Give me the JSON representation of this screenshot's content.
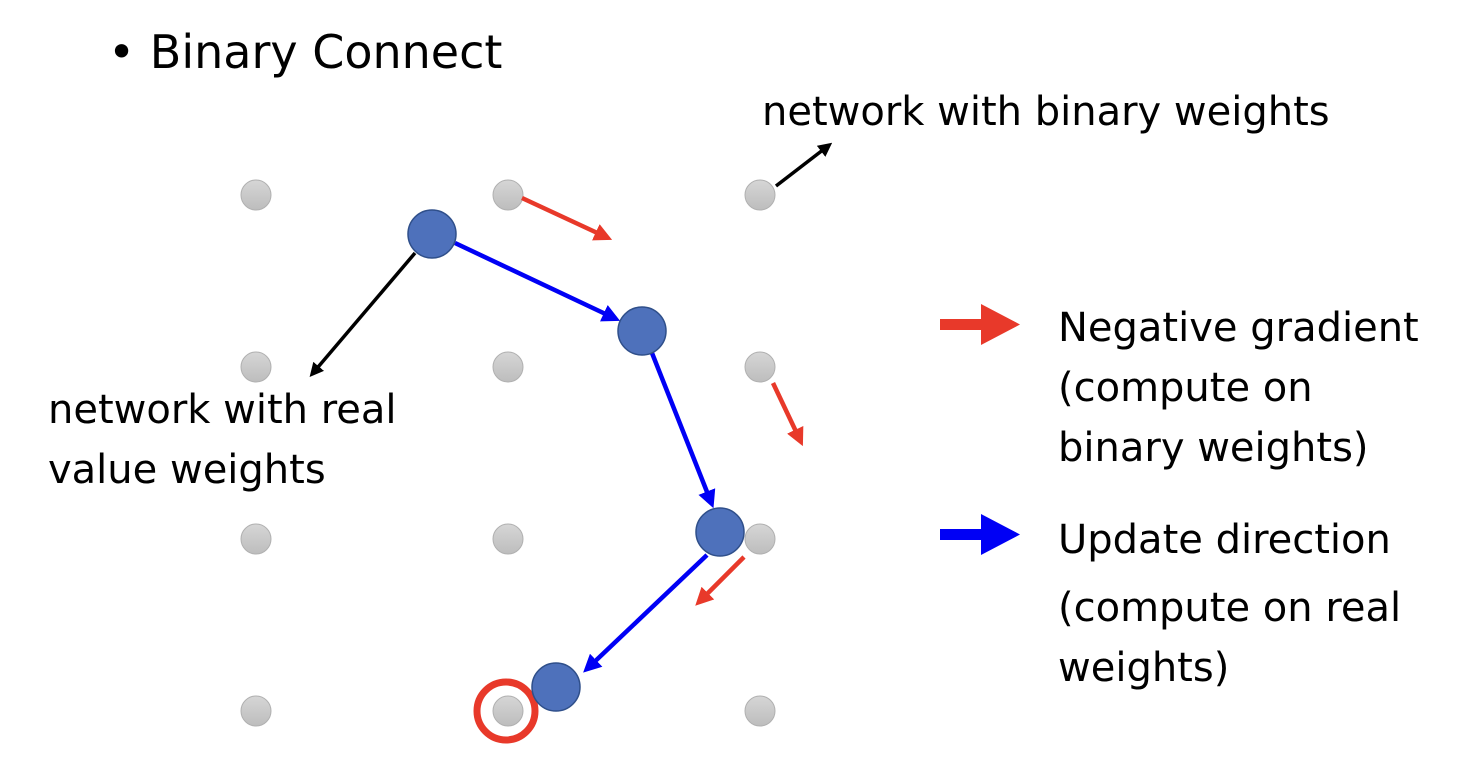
{
  "slide": {
    "title": "Binary Connect",
    "bullet": "•"
  },
  "labels": {
    "binary_weights": "network with binary weights",
    "real_weights_line1": "network with real",
    "real_weights_line2": "value weights"
  },
  "legend": [
    {
      "name": "negative-gradient",
      "color": "#E8392A",
      "lines": [
        "Negative gradient",
        "(compute on",
        "binary weights)"
      ]
    },
    {
      "name": "update-direction",
      "color": "#0000F5",
      "lines": [
        "Update direction",
        "(compute on real",
        "weights)"
      ]
    }
  ],
  "colors": {
    "grid_node": "#C8C8C8",
    "real_node": "#4E71BB",
    "gradient": "#E8392A",
    "update": "#0000F5",
    "pointer": "#000000",
    "highlight_ring": "#E8392A"
  },
  "grid": {
    "rows": 4,
    "cols": 3
  },
  "trajectory_steps": 3,
  "highlighted_binary_node": {
    "row": 3,
    "col": 1
  }
}
